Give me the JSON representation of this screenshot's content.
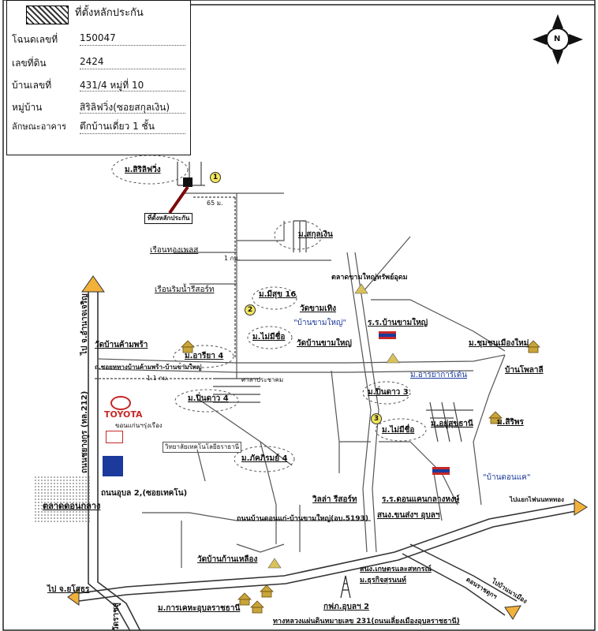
{
  "legend": {
    "symbol_label": "ที่ตั้งหลักประกัน",
    "rows": [
      {
        "label": "โฉนดเลขที่",
        "value": "150047"
      },
      {
        "label": "เลขที่ดิน",
        "value": "2424"
      },
      {
        "label": "บ้านเลขที่",
        "value": "431/4  หมู่ที่ 10"
      },
      {
        "label": "หมู่บ้าน",
        "value": "สิริลิฟวิ่ง(ซอยสกุลเงิน)"
      },
      {
        "label": "ลักษณะอาคาร",
        "value": "ตึกบ้านเดี่ยว 1 ชั้น"
      }
    ]
  },
  "compass": {
    "letter": "N",
    "icon": "north-arrow-icon"
  },
  "markers": [
    "1",
    "2",
    "3"
  ],
  "distances": {
    "d1": "65 ม.",
    "d2": "1 กม.",
    "d3": "1.1 กม."
  },
  "labels": {
    "siri_living": "ม.สิริลิฟวิ่ง",
    "collateral_box": "ที่ตั้งหลักประกัน",
    "sakun_ngoen": "ม.สกุลเงิน",
    "ruen_thong": "เรือนทองเพลส",
    "ruen_rim": "เรือนริมน้ำรีสอร์ท",
    "mi_suk": "ม.มีสุข 16",
    "wat_kham_thoeng": "วัดขามเทิง",
    "talad": "ตลาดขามใหญ่ทรัพย์อุดม",
    "ban_kham_yai": "\"บ้านขามใหญ่\"",
    "school_kham_yai": "ร.ร.บ้านขามใหญ่",
    "wat_ban_kham_yai": "วัดบ้านขามใหญ่",
    "wat_kham_phra": "วัดบ้านค้ามพร้า",
    "mai_mi_chue": "ม.ไม่มีชื่อ",
    "m_arya": "ม.อารียา 4",
    "road_kham_phra": "ถ.ซอยหทางบ้านค้ามพร้า-บ้านขามใหญ่",
    "sala": "ศาลาประชาคม",
    "m_pin_dao": "ม.ปิ่นดาว 4",
    "toyota": "TOYOTA",
    "toyota_sub": "ขอนแก่นฯรุ่งเรือง",
    "college": "วิทยาลัยเทคโนโลยีธราธานี",
    "m_pak_phirom": "ม.ภัคภิรมย์ 4",
    "talad_don_klang": "ตลาดดอนกลาง",
    "road_ubon2": "ถนนอุบล 2,(ซอยเทคโน)",
    "highway_212": "ถนนชยางกูร (ทล.212)",
    "to_amnat": "ไป จ.อำนาจเจริญ",
    "to_yasothon": "ไป จ.ยโสธร",
    "chum_chon": "ม.ชุมชนเมืองใหม่",
    "ban_phailli": "บ้านโพลาลี",
    "m_arayakarn": "ม.อารยาการ์เด้น",
    "m_pin_dao3": "ม.ปิ่นดาว 3",
    "mai_mi_chue2": "ม.ไม่มีชื่อ",
    "m_yusuk": "ม.อยู่สุขธานี",
    "m_siriporn": "ม.สิริพร",
    "ban_don_kae": "\"บ้านดอนแค\"",
    "villa": "วิลล่า รีสอร์ท",
    "school_don_kae": "ร.ร.ดอนแคนกลางหงษ์",
    "road_5193": "ถนนบ้านดอนแก่-บ้านขามใหญ่(อบ.5193)",
    "sor_nor": "สนง.ขนส่งฯ อุบลฯ",
    "wat_kan_lueang": "วัดบ้านก้านเหลือง",
    "kaset": "สนง.เกษตรและสหกรณ์",
    "bigc": "ม.ธุรกิจสุรนนท์",
    "kfy": "กฟภ.อุบลฯ 2",
    "m_karkha": "ม.การเคหะอุบลราชธานี",
    "highway_231": "ทางหลวงแผ่นดินหมายเลข 231(ถนนเลี่ยงเมืองอุบลราชธานี)",
    "to_khong_chiam": "ไปแยกไฟนนทหทอง",
    "to_mueang": "ไปบ้านนาเมือง",
    "don_rat": "ดอนราชดุกฯ",
    "wat_rat": "วัดราชสู"
  }
}
